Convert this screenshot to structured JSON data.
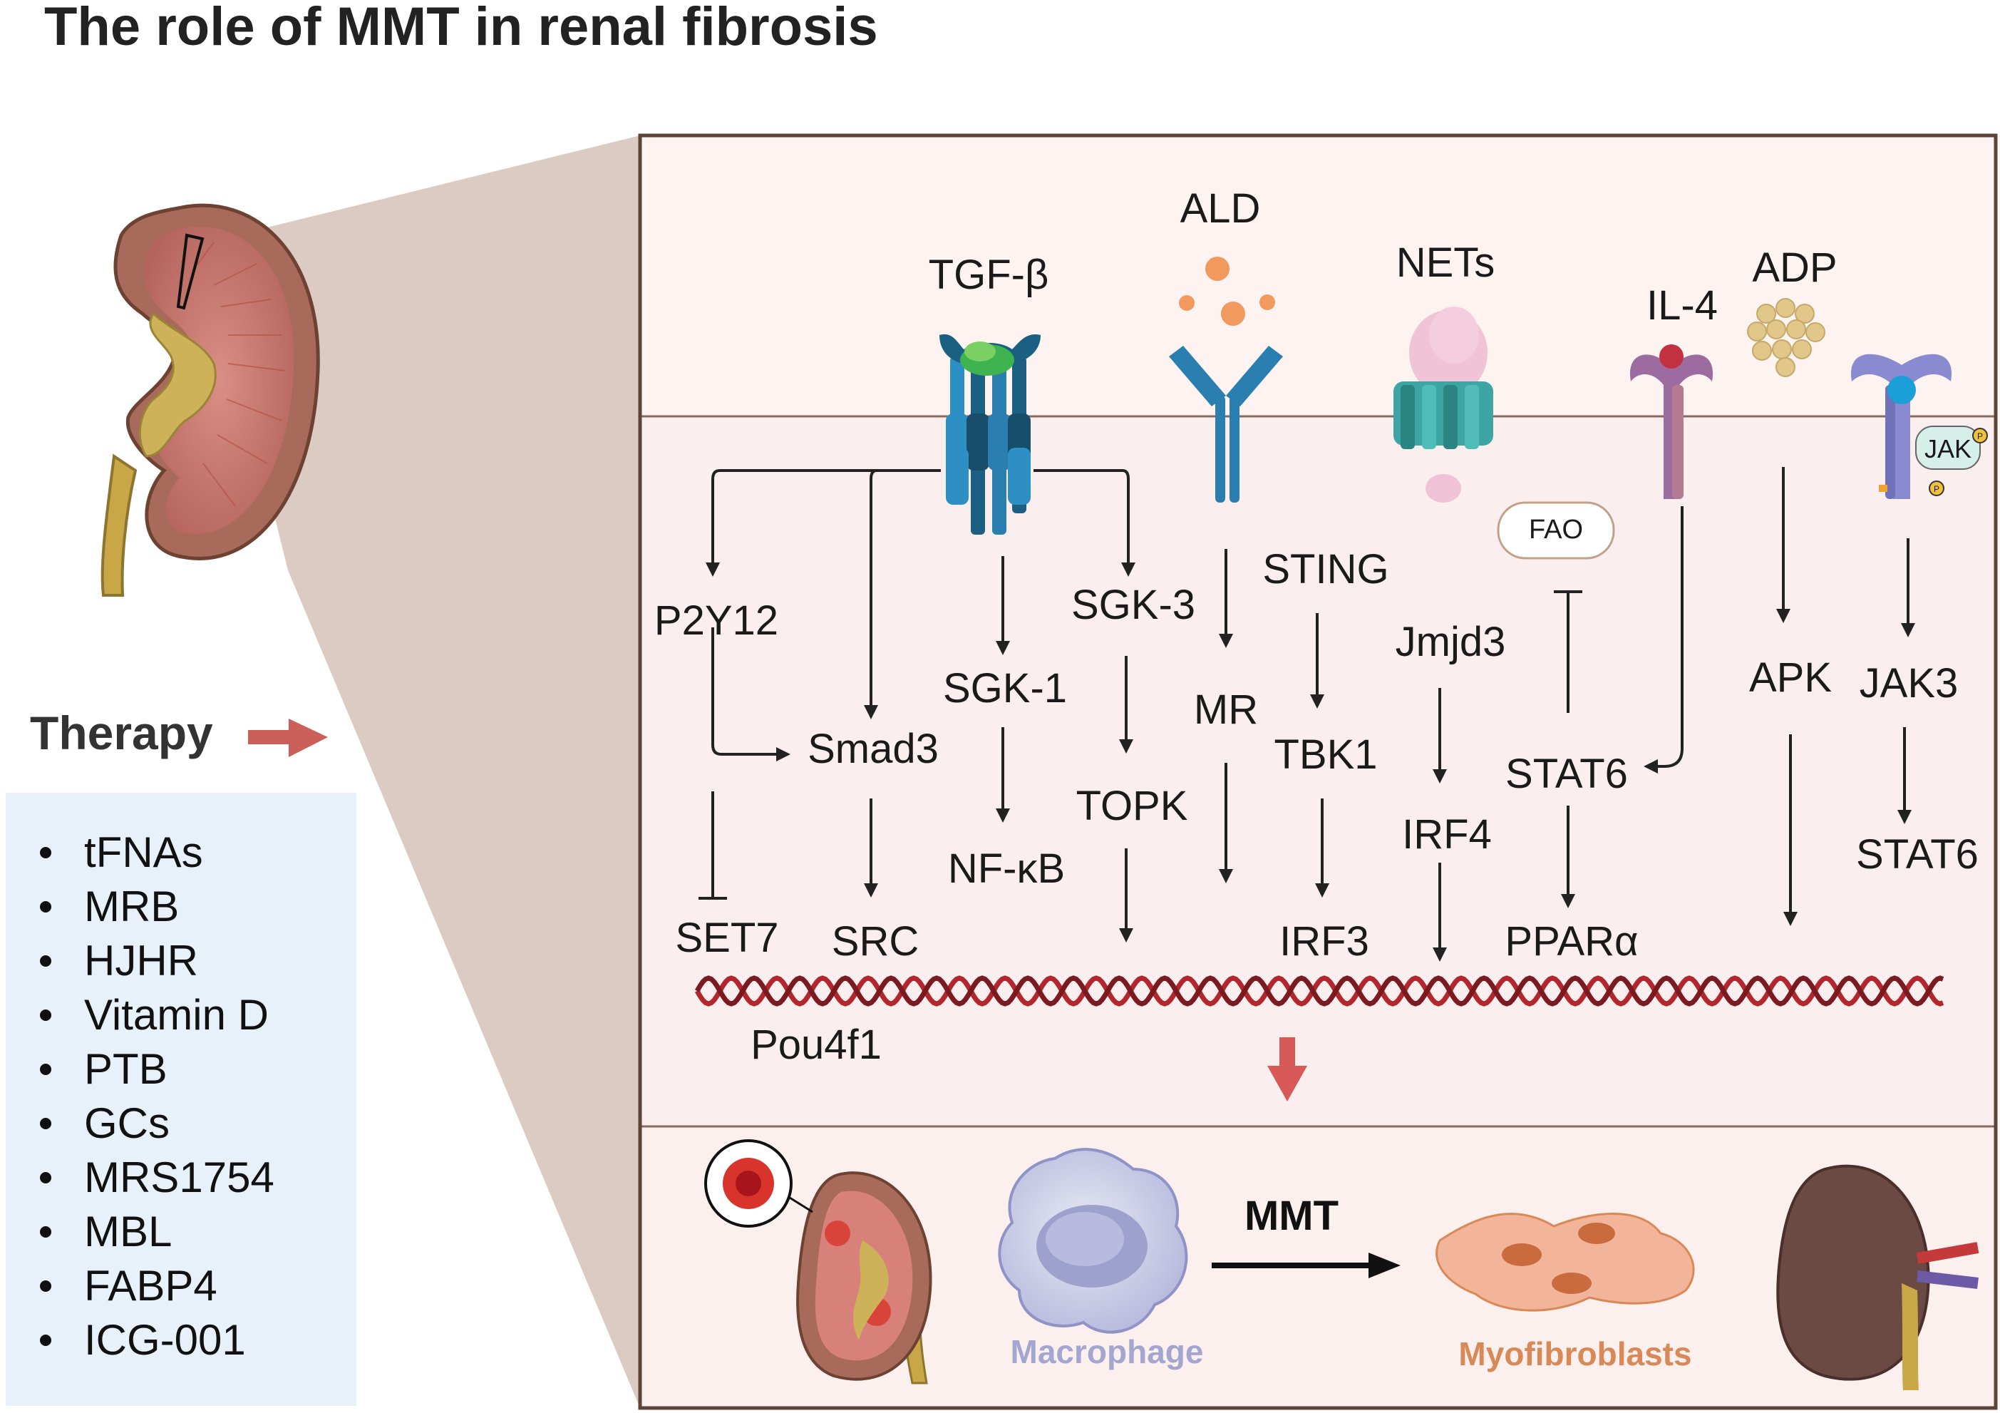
{
  "title": "The role of MMT in renal fibrosis",
  "therapy": {
    "heading": "Therapy",
    "items": [
      "tFNAs",
      "MRB",
      "HJHR",
      "Vitamin D",
      "PTB",
      "GCs",
      "MRS1754",
      "MBL",
      "FABP4",
      "ICG-001"
    ]
  },
  "ligands": {
    "tgf": "TGF-β",
    "ald": "ALD",
    "nets": "NETs",
    "il4": "IL-4",
    "adp": "ADP"
  },
  "small_labels": {
    "jak_receptor": "JAK",
    "fao": "FAO",
    "phospho": "P"
  },
  "nodes": {
    "p2y12": "P2Y12",
    "smad3": "Smad3",
    "sgk1": "SGK-1",
    "sgk3": "SGK-3",
    "sting": "STING",
    "mr": "MR",
    "jmjd3": "Jmjd3",
    "apk": "APK",
    "jak3": "JAK3",
    "tbk1": "TBK1",
    "stat6_il4": "STAT6",
    "topk": "TOPK",
    "irf4": "IRF4",
    "nfkb": "NF-κB",
    "stat6_jak": "STAT6",
    "set7": "SET7",
    "src": "SRC",
    "irf3": "IRF3",
    "ppara": "PPARα",
    "pou4f1": "Pou4f1"
  },
  "bottom": {
    "mmt": "MMT",
    "macrophage": "Macrophage",
    "myofibroblasts": "Myofibroblasts"
  },
  "colors": {
    "frame": "#5e4437",
    "panel_top": "#fdf3f1",
    "panel_mid": "#fbeeee",
    "wedge": "#dccbc2",
    "dna_red": "#b3262d",
    "therapy_arrow": "#cc5f5a",
    "macrophage_label": "#a3a6cf",
    "myofibroblast_label": "#d98857"
  }
}
